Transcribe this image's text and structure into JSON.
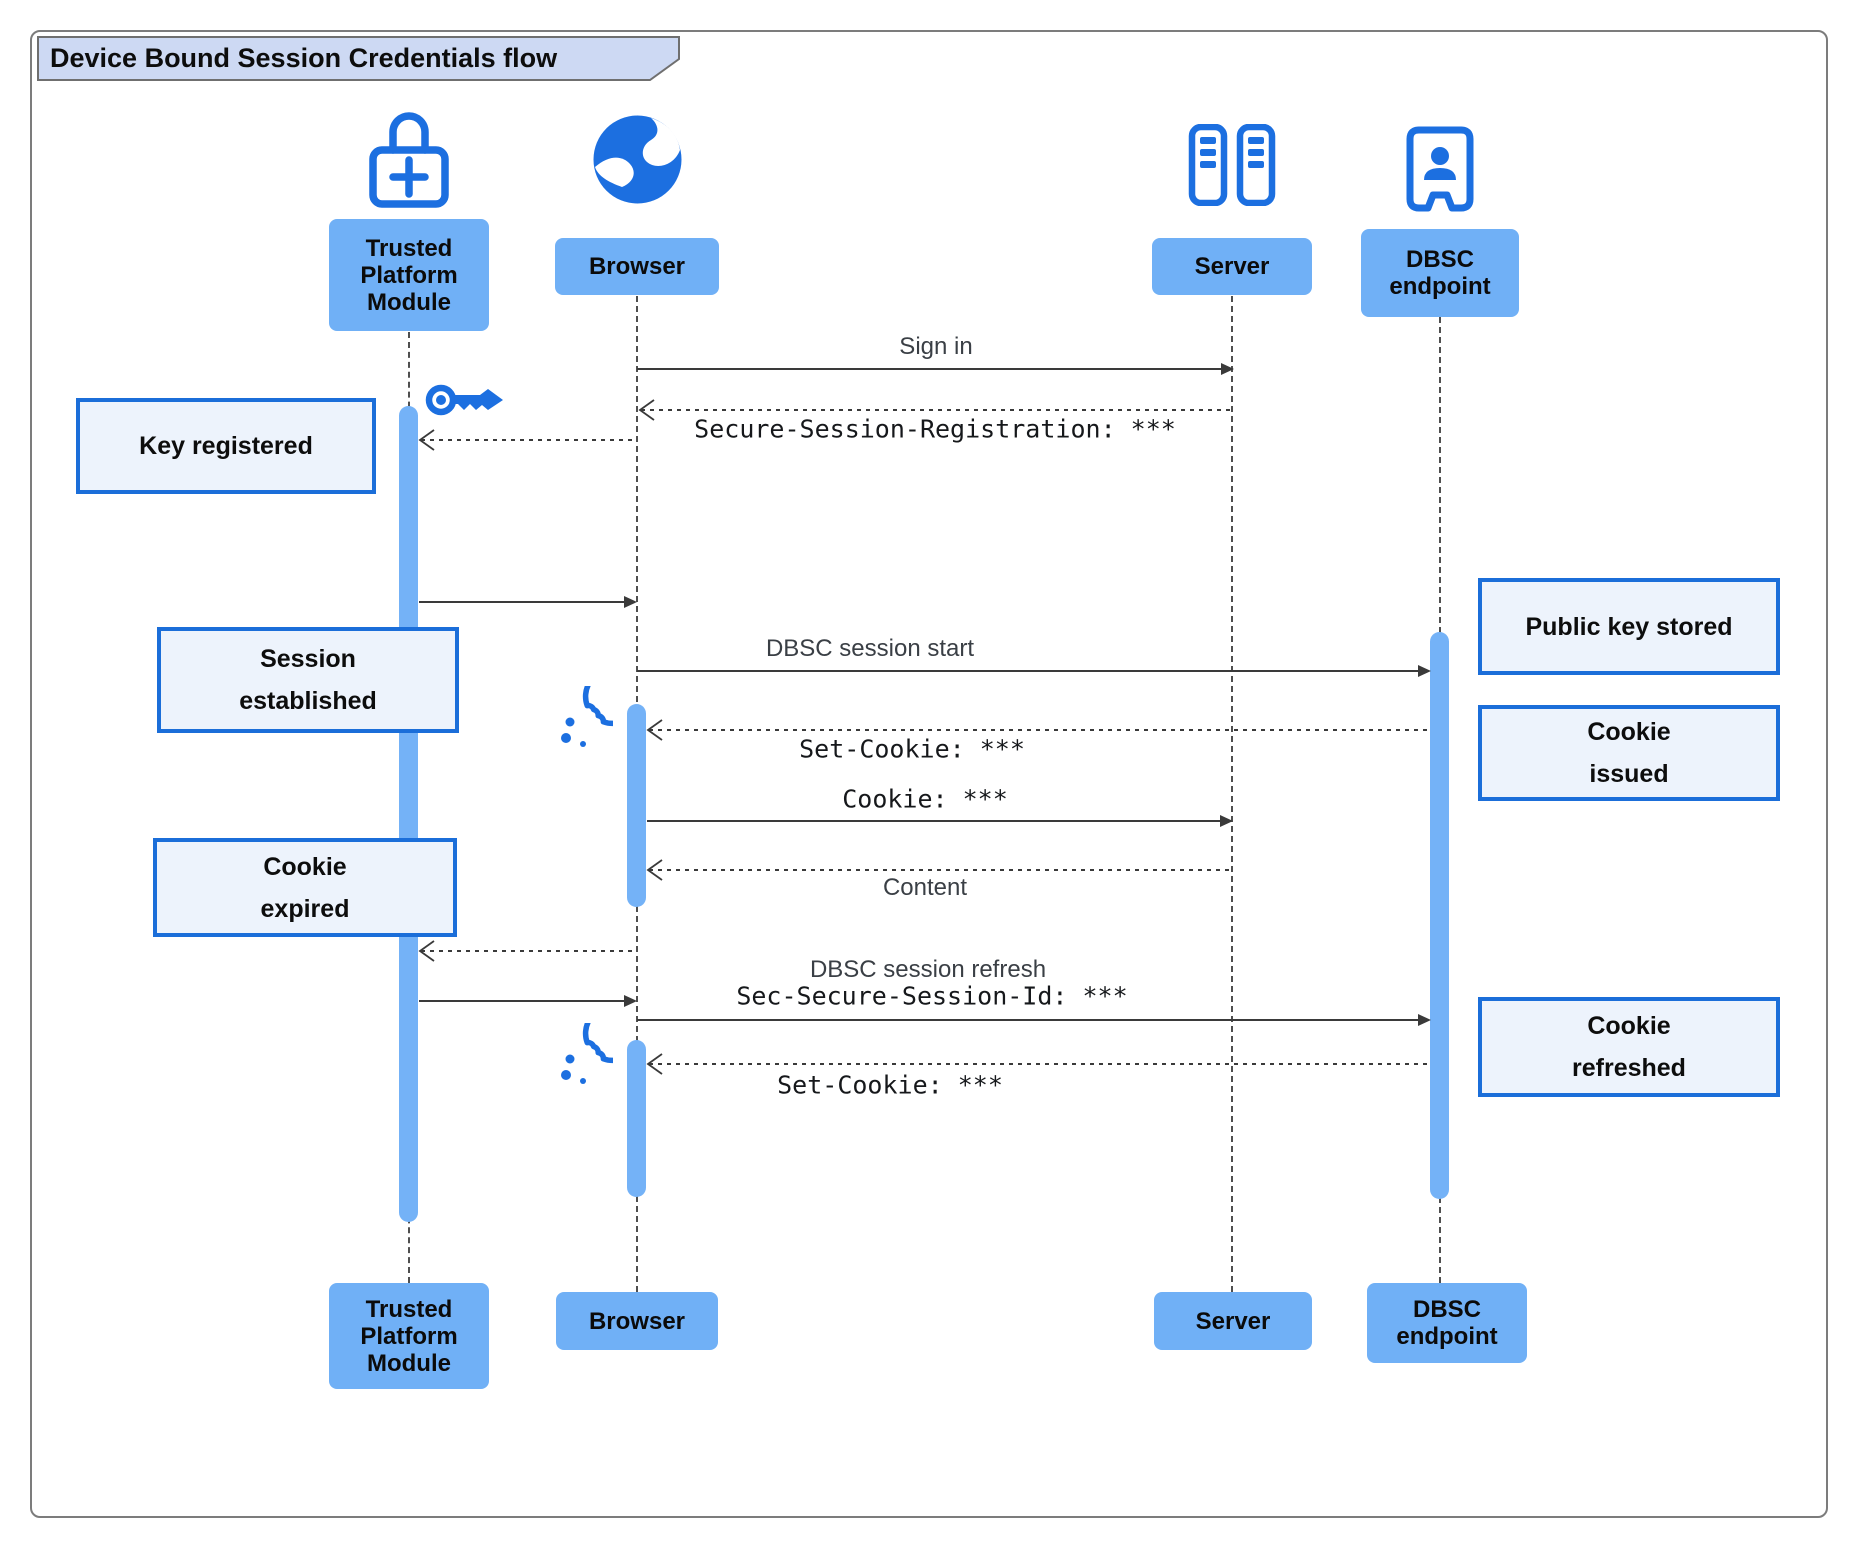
{
  "title": "Device Bound Session Credentials flow",
  "participants": [
    {
      "name": "Trusted\nPlatform\nModule",
      "icon": "lock-plus-icon"
    },
    {
      "name": "Browser",
      "icon": "globe-icon"
    },
    {
      "name": "Server",
      "icon": "server-rack-icon"
    },
    {
      "name": "DBSC\nendpoint",
      "icon": "badge-person-icon"
    }
  ],
  "messages": [
    {
      "from": "Browser",
      "to": "Server",
      "label": "Sign in",
      "style": "solid"
    },
    {
      "from": "Server",
      "to": "Browser",
      "label": "Secure-Session-Registration: ***",
      "style": "dashed"
    },
    {
      "from": "Browser",
      "to": "Trusted Platform Module",
      "label": "",
      "style": "dashed"
    },
    {
      "from": "Trusted Platform Module",
      "to": "Browser",
      "label": "",
      "style": "solid"
    },
    {
      "from": "Browser",
      "to": "DBSC endpoint",
      "label": "DBSC session start",
      "style": "solid"
    },
    {
      "from": "DBSC endpoint",
      "to": "Browser",
      "label": "Set-Cookie: ***",
      "style": "dashed"
    },
    {
      "from": "Browser",
      "to": "Server",
      "label": "Cookie: ***",
      "style": "solid"
    },
    {
      "from": "Server",
      "to": "Browser",
      "label": "Content",
      "style": "dashed"
    },
    {
      "from": "Browser",
      "to": "Trusted Platform Module",
      "label": "",
      "style": "dashed"
    },
    {
      "from": "Trusted Platform Module",
      "to": "Browser",
      "label": "",
      "style": "solid"
    },
    {
      "from": "Browser",
      "to": "DBSC endpoint",
      "label": "DBSC session refresh",
      "label2": "Sec-Secure-Session-Id: ***",
      "style": "solid"
    },
    {
      "from": "DBSC endpoint",
      "to": "Browser",
      "label": "Set-Cookie: ***",
      "style": "dashed"
    }
  ],
  "notes": [
    {
      "text": "Key registered",
      "side": "left"
    },
    {
      "text": "Session\nestablished",
      "side": "left"
    },
    {
      "text": "Cookie\nexpired",
      "side": "left"
    },
    {
      "text": "Public key stored",
      "side": "right"
    },
    {
      "text": "Cookie\nissued",
      "side": "right"
    },
    {
      "text": "Cookie\nrefreshed",
      "side": "right"
    }
  ],
  "decorations": {
    "key": "key-icon",
    "cookie1": "cookie-icon",
    "cookie2": "cookie-icon"
  },
  "colors": {
    "icon_blue": "#1c6fe0",
    "activation_blue": "#74b2f7",
    "label_blue": "#70b0f6",
    "note_fill": "#edf3fc",
    "note_border": "#1b6ed9",
    "title_fill": "#cdd9f3"
  }
}
